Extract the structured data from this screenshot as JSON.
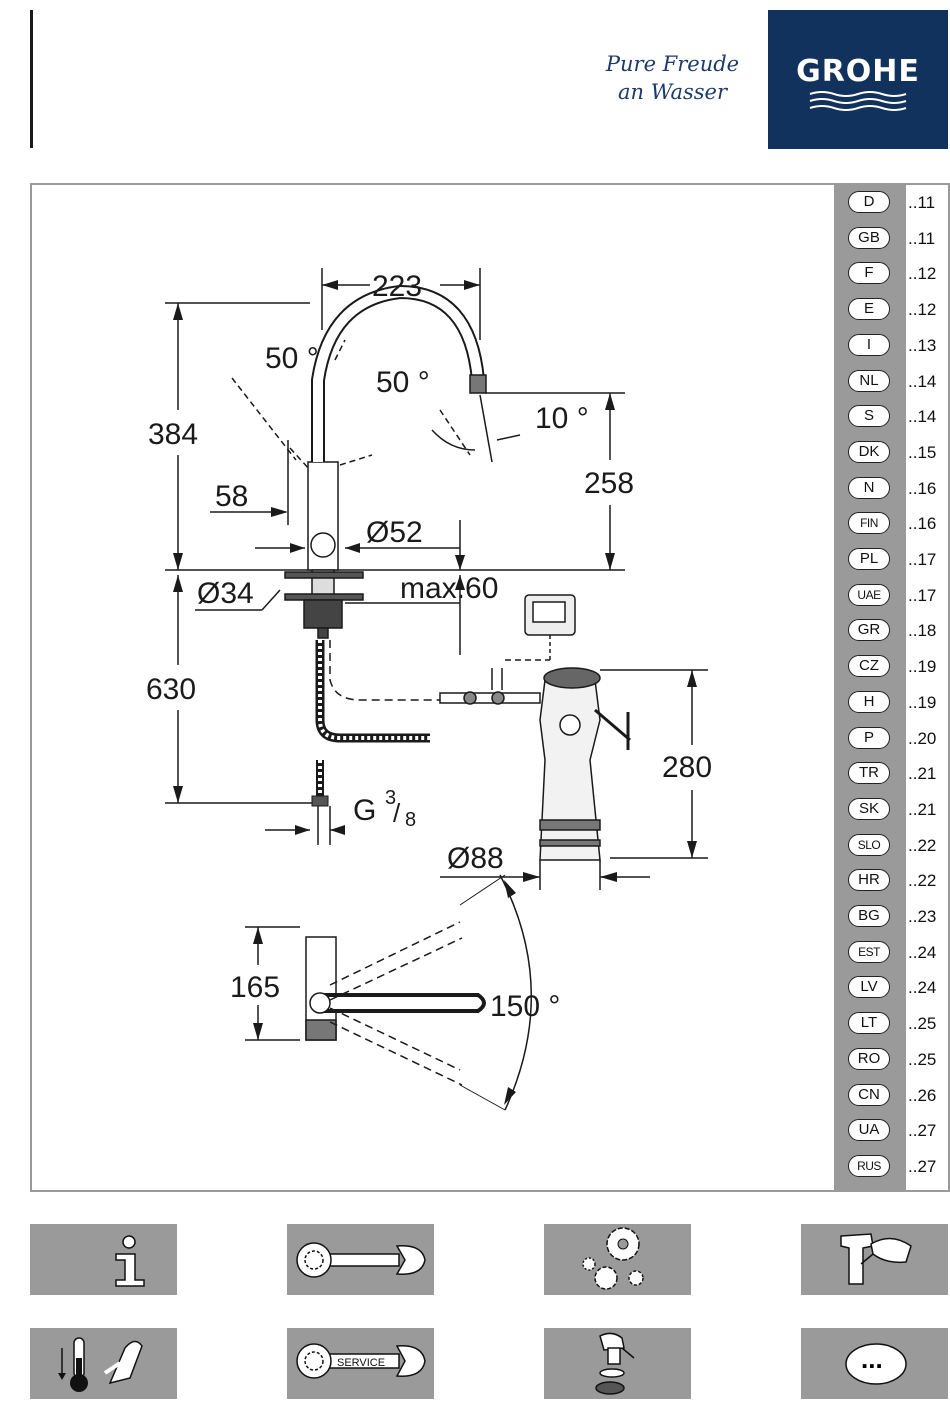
{
  "brand": {
    "slogan_line1": "Pure Freude",
    "slogan_line2": "an Wasser",
    "logo_text": "GROHE",
    "logo_color": "#11325d"
  },
  "dimensions": {
    "width_223": "223",
    "height_384": "384",
    "angle_50a": "50 °",
    "angle_50b": "50 °",
    "angle_10": "10 °",
    "depth_58": "58",
    "height_258": "258",
    "diam_52": "Ø52",
    "diam_34": "Ø34",
    "max_60": "max.60",
    "length_630": "630",
    "height_280": "280",
    "thread_g": "G",
    "thread_num": "3",
    "thread_den": "8",
    "diam_88": "Ø88",
    "height_165": "165",
    "angle_150": "150 °"
  },
  "languages": [
    {
      "code": "D",
      "page": "..11"
    },
    {
      "code": "GB",
      "page": "..11"
    },
    {
      "code": "F",
      "page": "..12"
    },
    {
      "code": "E",
      "page": "..12"
    },
    {
      "code": "I",
      "page": "..13"
    },
    {
      "code": "NL",
      "page": "..14"
    },
    {
      "code": "S",
      "page": "..14"
    },
    {
      "code": "DK",
      "page": "..15"
    },
    {
      "code": "N",
      "page": "..16"
    },
    {
      "code": "FIN",
      "page": "..16"
    },
    {
      "code": "PL",
      "page": "..17"
    },
    {
      "code": "UAE",
      "page": "..17"
    },
    {
      "code": "GR",
      "page": "..18"
    },
    {
      "code": "CZ",
      "page": "..19"
    },
    {
      "code": "H",
      "page": "..19"
    },
    {
      "code": "P",
      "page": "..20"
    },
    {
      "code": "TR",
      "page": "..21"
    },
    {
      "code": "SK",
      "page": "..21"
    },
    {
      "code": "SLO",
      "page": "..22"
    },
    {
      "code": "HR",
      "page": "..22"
    },
    {
      "code": "BG",
      "page": "..23"
    },
    {
      "code": "EST",
      "page": "..24"
    },
    {
      "code": "LV",
      "page": "..24"
    },
    {
      "code": "LT",
      "page": "..25"
    },
    {
      "code": "RO",
      "page": "..25"
    },
    {
      "code": "CN",
      "page": "..26"
    },
    {
      "code": "UA",
      "page": "..27"
    },
    {
      "code": "RUS",
      "page": "..27"
    }
  ],
  "icons": {
    "info": "info-icon",
    "installation": "wrench-icon",
    "function": "gears-icon",
    "care": "cleaning-hand-icon",
    "temperature": "thermometer-icon",
    "service_label": "SERVICE",
    "spare_parts": "spare-parts-icon",
    "more_label": "..."
  },
  "colors": {
    "panel_gray": "#9a9a9a",
    "brand_blue": "#11325d"
  }
}
